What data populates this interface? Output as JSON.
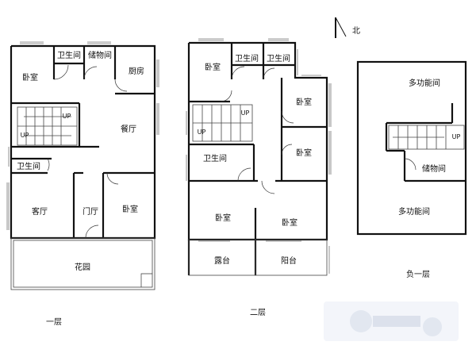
{
  "compass": {
    "label": "北"
  },
  "floor1": {
    "caption": "一层",
    "rooms": {
      "bedroom_nw": "卧室",
      "bathroom_top": "卫生间",
      "storage": "储物间",
      "kitchen": "厨房",
      "dining": "餐厅",
      "stair_up_1": "UP",
      "stair_up_2": "UP",
      "bathroom_side": "卫生间",
      "living": "客厅",
      "entry": "门厅",
      "bedroom_se": "卧室",
      "garden": "花园"
    }
  },
  "floor2": {
    "caption": "二层",
    "rooms": {
      "bedroom_nw": "卧室",
      "bathroom_a": "卫生间",
      "bathroom_b": "卫生间",
      "bedroom_e1": "卧室",
      "stair_up_1": "UP",
      "stair_up_2": "UP",
      "bedroom_e2": "卧室",
      "bathroom_w": "卫生间",
      "bedroom_sw": "卧室",
      "bedroom_se": "卧室",
      "terrace": "露台",
      "balcony": "阳台"
    }
  },
  "basement": {
    "caption": "负一层",
    "rooms": {
      "multi_top": "多功能间",
      "stair_up": "UP",
      "storage": "储物间",
      "multi_bottom": "多功能间"
    }
  }
}
